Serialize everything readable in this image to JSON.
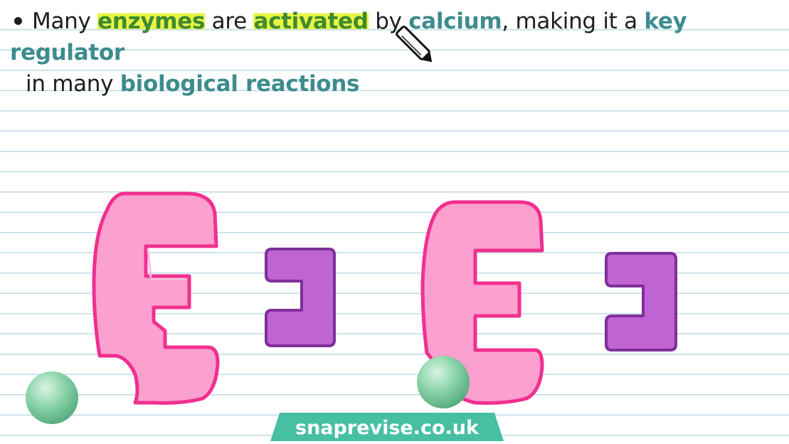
{
  "sentence": {
    "part1": "Many ",
    "enzymes": "enzymes",
    "part2": " are ",
    "activated": "activated",
    "part3": " by ",
    "calcium": "calcium",
    "part4": ", making it a ",
    "key_regulator": "key regulator",
    "line2_part1": "in many ",
    "biological_reactions": "biological reactions"
  },
  "colors": {
    "keyword": "#3d8c8e",
    "highlight": "#e9f545",
    "enzyme_fill": "#fba0cf",
    "enzyme_outline": "#f0308f",
    "substrate_fill": "#c064d4",
    "substrate_outline": "#7e2f9a",
    "calcium_ion": "#8fd6ac",
    "brand_bg": "#46bfa3"
  },
  "icons": {
    "cursor": "pen-cursor-icon",
    "bullet": "bullet-dot-icon"
  },
  "watermark": "snaprevise.co.uk"
}
